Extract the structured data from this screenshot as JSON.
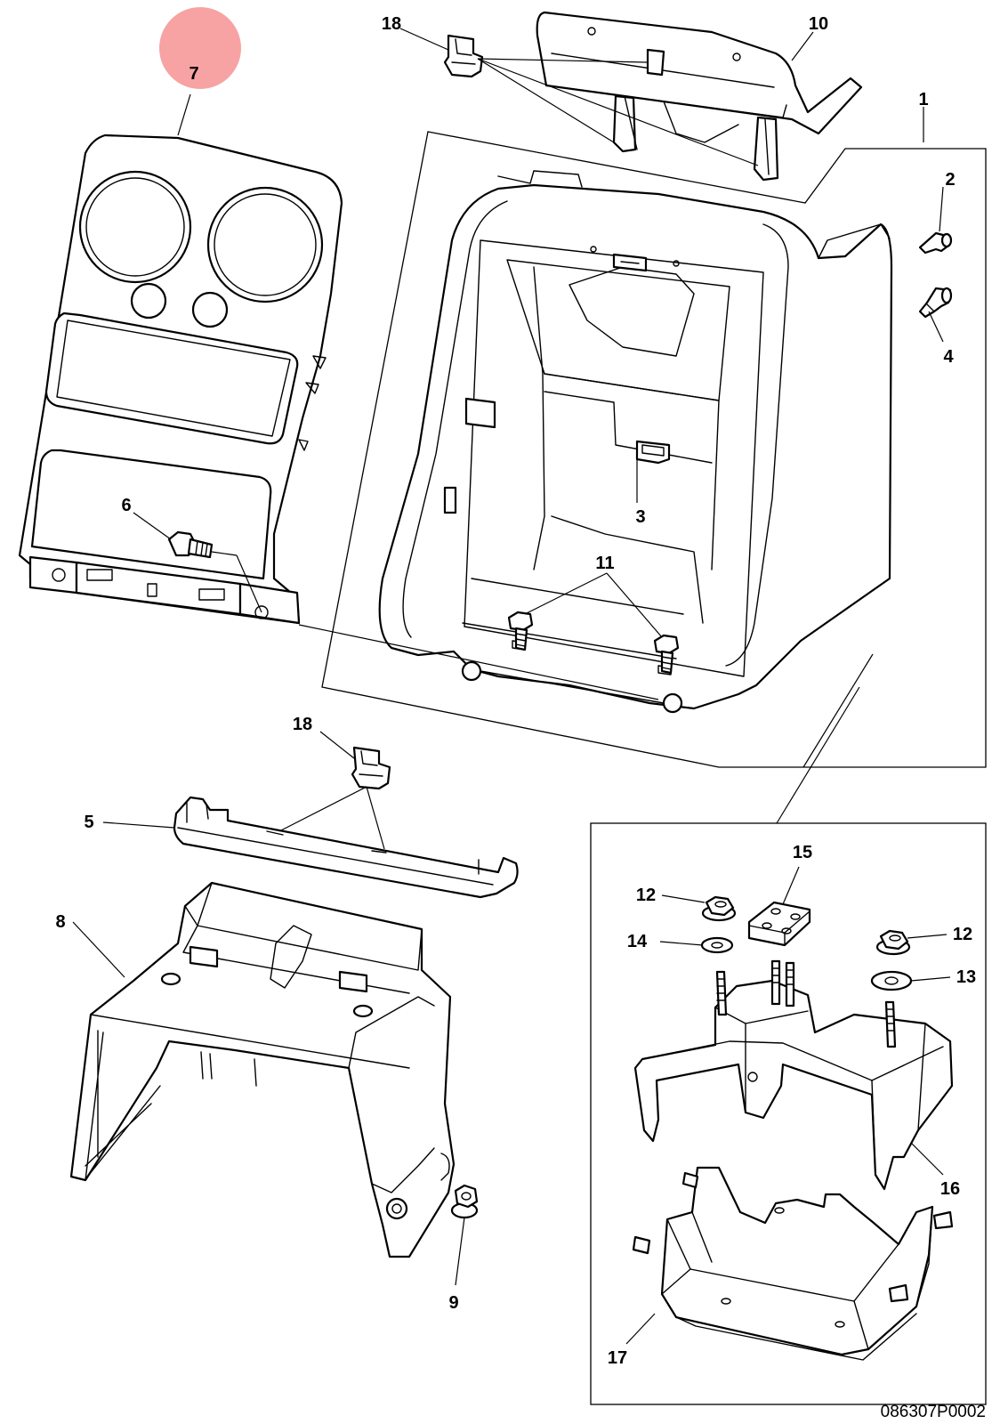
{
  "highlight_color": "#f7a3a3",
  "highlighted_part": "7",
  "diagram_code": "086307P0002",
  "callouts": {
    "p1": "1",
    "p2": "2",
    "p3": "3",
    "p4": "4",
    "p5": "5",
    "p6": "6",
    "p7": "7",
    "p8": "8",
    "p9": "9",
    "p10": "10",
    "p11": "11",
    "p12a": "12",
    "p12b": "12",
    "p13": "13",
    "p14": "14",
    "p15": "15",
    "p16": "16",
    "p17": "17",
    "p18a": "18",
    "p18b": "18"
  }
}
